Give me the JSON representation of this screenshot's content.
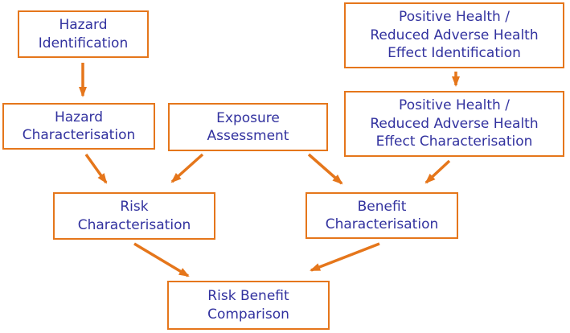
{
  "diagram": {
    "type": "flowchart",
    "background_color": "#ffffff",
    "colors": {
      "box_border": "#e5761b",
      "box_fill": "#ffffff",
      "text": "#32329f",
      "arrow": "#e5761b"
    },
    "nodes": {
      "hazard_identification": {
        "id": "hazard-identification",
        "label": "Hazard\nIdentification"
      },
      "positive_health_identification": {
        "id": "positive-health-identification",
        "label": "Positive Health /\nReduced Adverse Health\nEffect Identification"
      },
      "hazard_characterisation": {
        "id": "hazard-characterisation",
        "label": "Hazard\nCharacterisation"
      },
      "exposure_assessment": {
        "id": "exposure-assessment",
        "label": "Exposure\nAssessment"
      },
      "positive_health_characterisation": {
        "id": "positive-health-characterisation",
        "label": "Positive Health /\nReduced Adverse Health\nEffect Characterisation"
      },
      "risk_characterisation": {
        "id": "risk-characterisation",
        "label": "Risk\nCharacterisation"
      },
      "benefit_characterisation": {
        "id": "benefit-characterisation",
        "label": "Benefit\nCharacterisation"
      },
      "risk_benefit_comparison": {
        "id": "risk-benefit-comparison",
        "label": "Risk Benefit\nComparison"
      }
    },
    "edges": [
      {
        "from": "hazard-identification",
        "to": "hazard-characterisation"
      },
      {
        "from": "positive-health-identification",
        "to": "positive-health-characterisation"
      },
      {
        "from": "hazard-characterisation",
        "to": "risk-characterisation"
      },
      {
        "from": "exposure-assessment",
        "to": "risk-characterisation"
      },
      {
        "from": "exposure-assessment",
        "to": "benefit-characterisation"
      },
      {
        "from": "positive-health-characterisation",
        "to": "benefit-characterisation"
      },
      {
        "from": "risk-characterisation",
        "to": "risk-benefit-comparison"
      },
      {
        "from": "benefit-characterisation",
        "to": "risk-benefit-comparison"
      }
    ]
  }
}
